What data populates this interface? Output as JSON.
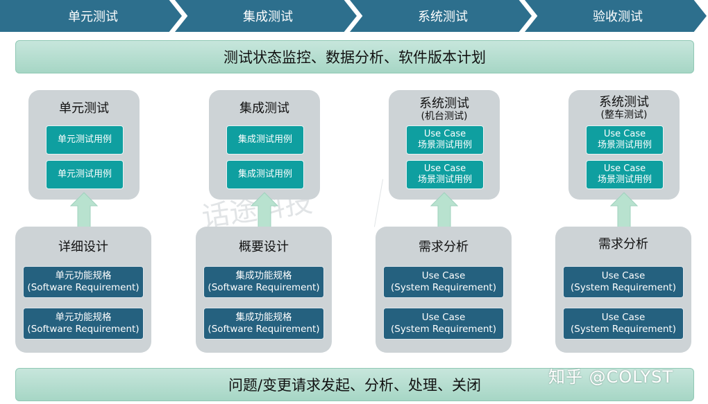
{
  "phases": [
    "单元测试",
    "集成测试",
    "系统测试",
    "验收测试"
  ],
  "banner_top": "测试状态监控、数据分析、软件版本计划",
  "banner_bottom": "问题/变更请求发起、分析、处理、关闭",
  "columns": [
    {
      "test_title": "单元测试",
      "test_subtitle": "",
      "test_cases": [
        {
          "line1": "单元测试用例",
          "line2": ""
        },
        {
          "line1": "单元测试用例",
          "line2": ""
        }
      ],
      "design_title": "详细设计",
      "specs": [
        {
          "line1": "单元功能规格",
          "line2": "(Software Requirement)"
        },
        {
          "line1": "单元功能规格",
          "line2": "(Software Requirement)"
        }
      ]
    },
    {
      "test_title": "集成测试",
      "test_subtitle": "",
      "test_cases": [
        {
          "line1": "集成测试用例",
          "line2": ""
        },
        {
          "line1": "集成测试用例",
          "line2": ""
        }
      ],
      "design_title": "概要设计",
      "specs": [
        {
          "line1": "集成功能规格",
          "line2": "(Software Requirement)"
        },
        {
          "line1": "集成功能规格",
          "line2": "(Software Requirement)"
        }
      ]
    },
    {
      "test_title": "系统测试",
      "test_subtitle": "(机台测试)",
      "test_cases": [
        {
          "line1": "Use Case",
          "line2": "场景测试用例"
        },
        {
          "line1": "Use Case",
          "line2": "场景测试用例"
        }
      ],
      "design_title": "需求分析",
      "specs": [
        {
          "line1": "Use Case",
          "line2": "(System Requirement)"
        },
        {
          "line1": "Use Case",
          "line2": "(System Requirement)"
        }
      ]
    },
    {
      "test_title": "系统测试",
      "test_subtitle": "(整车测试)",
      "test_cases": [
        {
          "line1": "Use Case",
          "line2": "场景测试用例"
        },
        {
          "line1": "Use Case",
          "line2": "场景测试用例"
        }
      ],
      "design_title": "需求分析",
      "specs": [
        {
          "line1": "Use Case",
          "line2": "(System Requirement)"
        },
        {
          "line1": "Use Case",
          "line2": "(System Requirement)"
        }
      ]
    }
  ],
  "watermarks": {
    "company": "话途科技",
    "credit": "知乎 @COLYST"
  },
  "colors": {
    "phase_chevron": "#2d6f8d",
    "banner": "#b3dccd",
    "grey_box": "#cdd3d6",
    "teal_box": "#0f9fa0",
    "navy_box": "#25617f",
    "arrow": "#b8e2cf"
  }
}
